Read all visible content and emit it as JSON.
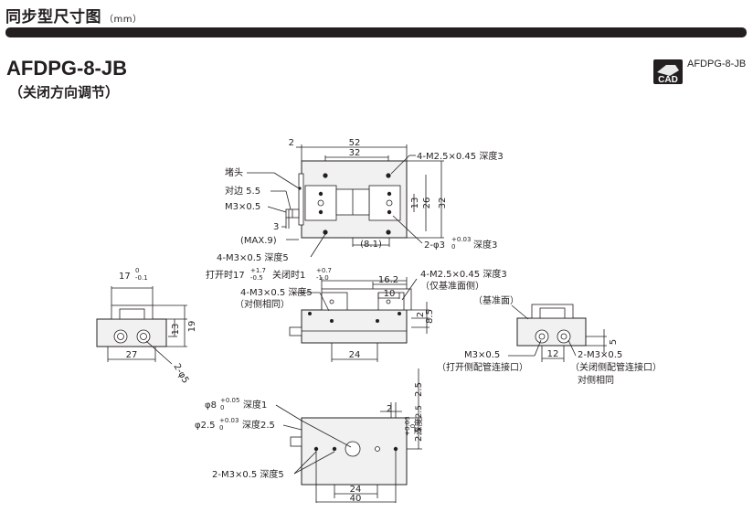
{
  "header": {
    "title": "同步型尺寸图",
    "unit": "（mm）"
  },
  "model": {
    "name": "AFDPG-8-JB",
    "subtitle": "（关闭方向调节）"
  },
  "cad": {
    "icon": "cad-icon",
    "badge": "CAD",
    "label": "AFDPG-8-JB"
  },
  "top_view": {
    "dim_2": "2",
    "dim_52": "52",
    "dim_32w": "32",
    "note_thread": "4-M2.5×0.45 深度3",
    "label_plug": "堵头",
    "label_flats": "对边 5.5",
    "label_m3": "M3×0.5",
    "dim_13": "13",
    "dim_26": "26",
    "dim_32h": "32",
    "dim_3": "3",
    "dim_max9": "(MAX.9)",
    "dim_81": "(8.1)",
    "note_pin": "2-φ3",
    "pin_tol_top": "+0.03",
    "pin_tol_bot": "0",
    "pin_depth": "深度3",
    "note_m3_4": "4-M3×0.5  深度5"
  },
  "front_view": {
    "open_label": "打开时17",
    "open_tol_top": "+1.7",
    "open_tol_bot": "-0.5",
    "close_label": "关闭时1",
    "close_tol_top": "+0.7",
    "close_tol_bot": "-1.0",
    "dim_162": "16.2",
    "note_thread": "4-M2.5×0.45  深度3",
    "note_ref": "（仅基准面侧）",
    "note_m3": "4-M3×0.5  深度5",
    "note_same": "（对侧相同）",
    "dim_10": "10",
    "dim_2": "2",
    "dim_85": "8.5",
    "dim_24": "24"
  },
  "left_view": {
    "dim_17": "17",
    "tol_top": "0",
    "tol_bot": "-0.1",
    "dim_13": "13",
    "dim_19": "19",
    "dim_27": "27",
    "dim_phi5": "2-φ5"
  },
  "right_view": {
    "label_ref": "（基准面）",
    "dim_5": "5",
    "dim_12": "12",
    "note_m3": "M3×0.5",
    "note_open": "（打开侧配管连接口）",
    "note_2m3": "2-M3×0.5",
    "note_close": "（关闭侧配管连接口）",
    "note_same": "对侧相同"
  },
  "bottom_view": {
    "note_phi8": "φ8",
    "phi8_tol_top": "+0.05",
    "phi8_tol_bot": "0",
    "phi8_depth": "深度1",
    "note_phi25": "φ2.5",
    "phi25_tol_top": "+0.03",
    "phi25_tol_bot": "0",
    "phi25_depth": "深度2.5",
    "note_m3": "2-M3×0.5  深度5",
    "dim_2": "2",
    "dim_25v": "2.5",
    "dim_25tol": "+0.03",
    "dim_25tol0": "0",
    "dim_25depth": "深度2.5",
    "dim_25b": "2.5",
    "dim_24": "24",
    "dim_40": "40"
  },
  "colors": {
    "ink": "#231f20",
    "body_fill": "#f1f1f1",
    "dark": "#231f20"
  }
}
